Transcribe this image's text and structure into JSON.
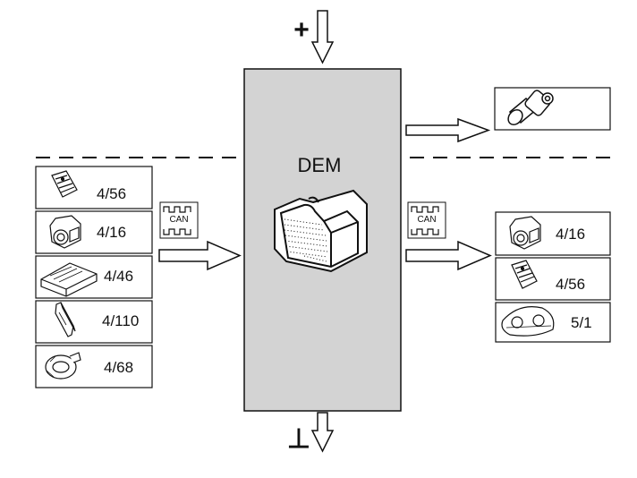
{
  "central_unit": {
    "label": "DEM"
  },
  "power": {
    "positive_symbol": "+",
    "ground_symbol": "⊥"
  },
  "can_bus": {
    "label": "CAN"
  },
  "input_modules": [
    {
      "label": "4/56"
    },
    {
      "label": "4/16"
    },
    {
      "label": "4/46"
    },
    {
      "label": "4/110"
    },
    {
      "label": "4/68"
    }
  ],
  "output_modules": [
    {
      "label": "4/16"
    },
    {
      "label": "4/56"
    },
    {
      "label": "5/1"
    }
  ],
  "actuator": {
    "icon": "valve-actuator-icon"
  },
  "colors": {
    "unit_fill": "#d3d3d3",
    "stroke": "#111111",
    "background": "#ffffff"
  }
}
